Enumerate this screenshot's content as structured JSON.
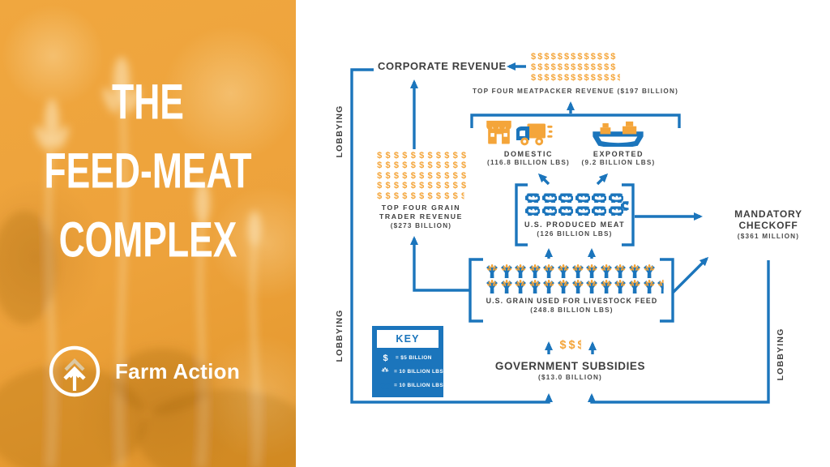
{
  "hero": {
    "title_lines": [
      "THE",
      "FEED-MEAT",
      "COMPLEX"
    ],
    "brand_name": "Farm Action"
  },
  "palette": {
    "orange": "#EDA23B",
    "icon_orange": "#F4A53A",
    "blue": "#1B75BC",
    "text_dark": "#3E3E3E"
  },
  "diagram": {
    "lobbying_label": "LOBBYING",
    "corporate_revenue_label": "CORPORATE REVENUE",
    "meatpacker": {
      "caption": "TOP FOUR MEATPACKER REVENUE ($197 BILLION)",
      "dollars": {
        "per_row": 13,
        "full": 39,
        "partial": true
      }
    },
    "domestic": {
      "title": "DOMESTIC",
      "amount": "(116.8 BILLION LBS)"
    },
    "exported": {
      "title": "EXPORTED",
      "amount": "(9.2 BILLION LBS)"
    },
    "produced_meat": {
      "title": "U.S. PRODUCED MEAT",
      "amount": "(126 BILLION LBS)",
      "pigs": {
        "per_row": 6,
        "full": 12,
        "partial": true
      }
    },
    "mandatory_checkoff": {
      "title_line1": "MANDATORY",
      "title_line2": "CHECKOFF",
      "amount": "($361 MILLION)"
    },
    "grain_trader": {
      "title_line1": "TOP FOUR GRAIN",
      "title_line2": "TRADER REVENUE",
      "amount": "($273 BILLION)",
      "dollars": {
        "per_row": 11,
        "full": 54,
        "partial": true
      }
    },
    "livestock_feed": {
      "title": "U.S. GRAIN USED FOR LIVESTOCK FEED",
      "amount": "(248.8 BILLION LBS)",
      "wheat": {
        "per_row": 12,
        "full": 24,
        "partial": true
      }
    },
    "subsidies": {
      "title": "GOVERNMENT SUBSIDIES",
      "amount": "($13.0 BILLION)",
      "dollars": {
        "per_row": 3,
        "full": 2,
        "partial": true
      }
    },
    "key": {
      "title": "KEY",
      "rows": [
        {
          "icon": "dollar-icon",
          "text": "= $5 BILLION"
        },
        {
          "icon": "wheat-icon",
          "text": "= 10 BILLION LBS"
        },
        {
          "icon": "pig-icon",
          "text": "= 10 BILLION LBS"
        }
      ]
    }
  }
}
